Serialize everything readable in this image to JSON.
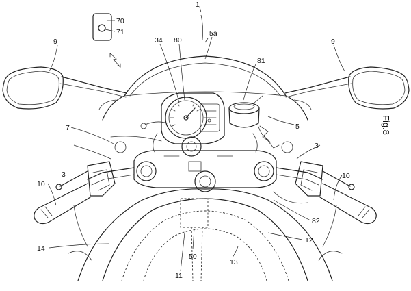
{
  "labels": {
    "l1": "1",
    "l3a": "3",
    "l3b": "3",
    "l5": "5",
    "l5a": "5a",
    "l7": "7",
    "l9a": "9",
    "l9b": "9",
    "l10a": "10",
    "l10b": "10",
    "l11": "11",
    "l12": "12",
    "l13": "13",
    "l14": "14",
    "l34": "34",
    "l50": "50",
    "l70": "70",
    "l71": "71",
    "l80": "80",
    "l81": "81",
    "l82": "82"
  },
  "figure_label": "Fig.8"
}
